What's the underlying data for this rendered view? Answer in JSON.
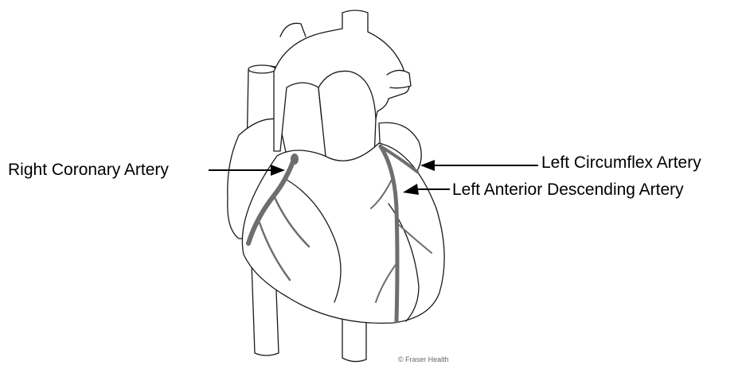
{
  "labels": {
    "right_coronary": "Right Coronary Artery",
    "left_circumflex": "Left Circumflex Artery",
    "left_anterior_descending": "Left Anterior Descending Artery"
  },
  "credit": "© Fraser Health",
  "colors": {
    "outline": "#1a1a1a",
    "artery": "#6e6e6e",
    "fill": "#ffffff"
  }
}
